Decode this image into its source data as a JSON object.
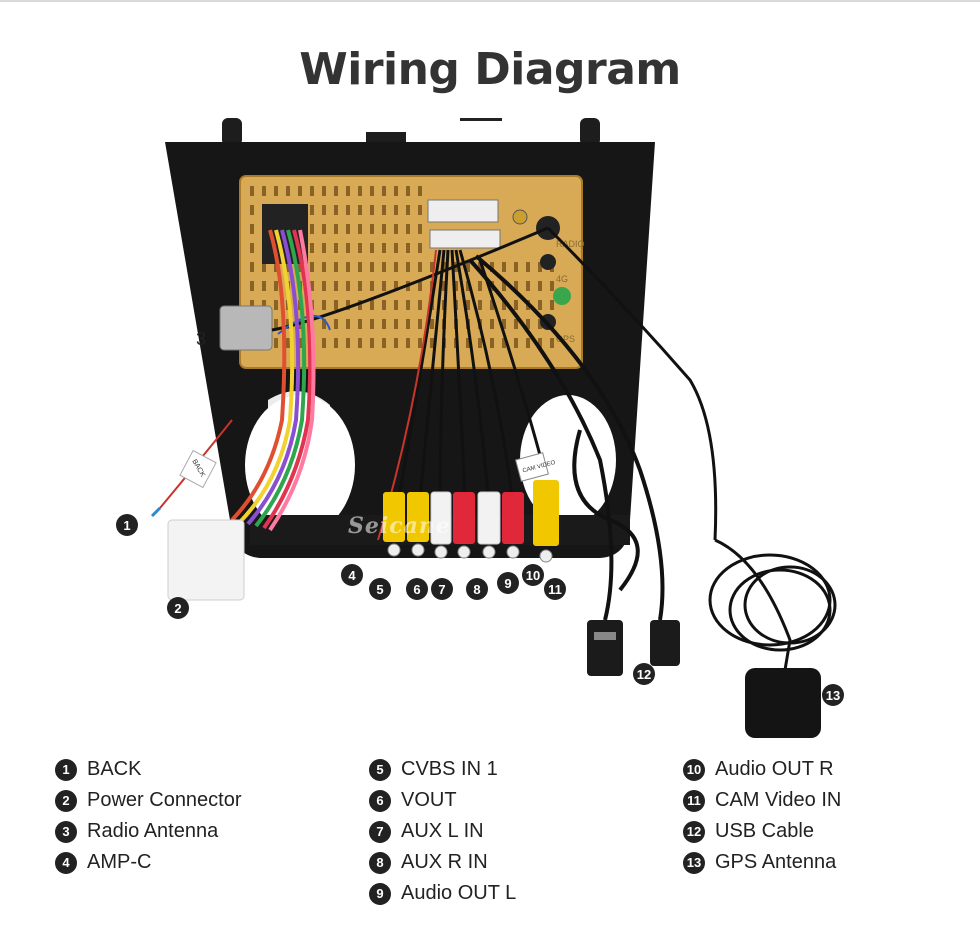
{
  "title": "Wiring Diagram",
  "watermark": "Seicane",
  "unit_labels": {
    "radio": "RADIO",
    "lte": "4G",
    "gps": "GPS",
    "back_tag": "BACK",
    "cam_tag": "CAM VIDEO"
  },
  "callouts": [
    "1",
    "2",
    "3",
    "4",
    "5",
    "6",
    "7",
    "8",
    "9",
    "10",
    "11",
    "12",
    "13"
  ],
  "legend": [
    {
      "num": "1",
      "label": "BACK"
    },
    {
      "num": "2",
      "label": "Power Connector"
    },
    {
      "num": "3",
      "label": "Radio Antenna"
    },
    {
      "num": "4",
      "label": "AMP-C"
    },
    {
      "num": "5",
      "label": "CVBS IN 1"
    },
    {
      "num": "6",
      "label": "VOUT"
    },
    {
      "num": "7",
      "label": "AUX L IN"
    },
    {
      "num": "8",
      "label": "AUX R IN"
    },
    {
      "num": "9",
      "label": "Audio OUT L"
    },
    {
      "num": "10",
      "label": "Audio OUT R"
    },
    {
      "num": "11",
      "label": "CAM Video IN"
    },
    {
      "num": "12",
      "label": "USB Cable"
    },
    {
      "num": "13",
      "label": "GPS Antenna"
    }
  ],
  "colors": {
    "bezel": "#161616",
    "board": "#d8aa55",
    "rca_yellow": "#f1c800",
    "rca_red": "#e0283a",
    "rca_white": "#f2f2f2",
    "cable": "#111111"
  }
}
